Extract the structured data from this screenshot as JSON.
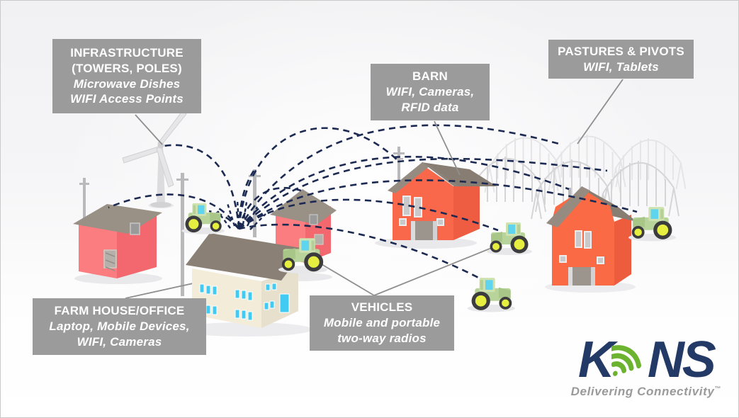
{
  "labels": {
    "infrastructure": {
      "bold_lines": [
        "INFRASTRUCTURE",
        "(TOWERS, POLES)"
      ],
      "italic_lines": [
        "Microwave Dishes",
        "WIFI Access Points"
      ]
    },
    "barn": {
      "bold_lines": [
        "BARN"
      ],
      "italic_lines": [
        "WIFI, Cameras,",
        "RFID data"
      ]
    },
    "pastures": {
      "bold_lines": [
        "PASTURES & PIVOTS"
      ],
      "italic_lines": [
        "WIFI, Tablets"
      ]
    },
    "farmhouse": {
      "bold_lines": [
        "FARM HOUSE/OFFICE"
      ],
      "italic_lines": [
        "Laptop, Mobile Devices,",
        "WIFI, Cameras"
      ]
    },
    "vehicles": {
      "bold_lines": [
        "VEHICLES"
      ],
      "italic_lines": [
        "Mobile and portable",
        "two-way radios"
      ]
    }
  },
  "logo": {
    "letter_k": "K",
    "letters_ns": "NS",
    "tagline": "Delivering Connectivity",
    "trademark": "™",
    "navy": "#243a66",
    "green": "#6cb32f",
    "tagline_color": "#9a9a9a"
  },
  "colors": {
    "label_background": "#9b9b9b",
    "label_text": "#ffffff",
    "dashed_link": "#1c2a52",
    "leader_line": "#8f8f8f"
  },
  "scene": {
    "elements": [
      "wind-turbine",
      "radio-pole-left",
      "radio-pole-center",
      "radio-pole-hub",
      "barn-antenna-mast",
      "right-barn-mast",
      "small-pink-house",
      "center-pink-house",
      "farm-house",
      "big-barn",
      "right-barn",
      "pivot-irrigation-spans",
      "tractor-left",
      "tractor-mid",
      "tractor-right",
      "tractor-bottom",
      "tractor-far-right",
      "wireless-dashed-links"
    ]
  }
}
